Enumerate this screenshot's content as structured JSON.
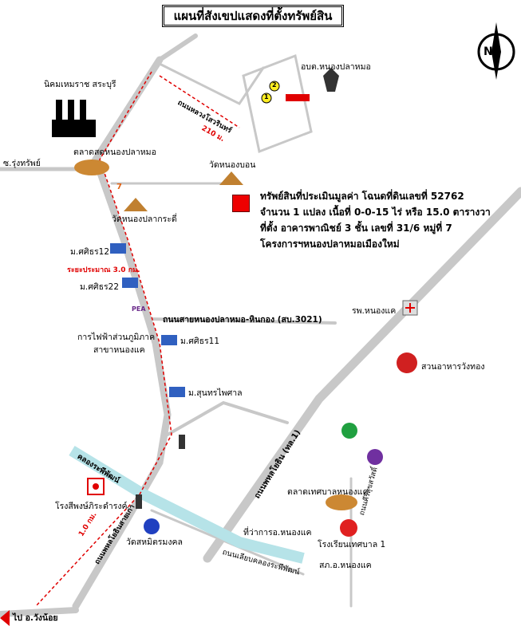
{
  "title": "แผนที่สังเขปแสดงที่ตั้งทรัพย์สิน",
  "compass": {
    "north_label": "N"
  },
  "description": {
    "line1": "ทรัพย์สินที่ประเมินมูลค่า โฉนดที่ดินเลขที่ 52762",
    "line2": "จำนวน 1 แปลง เนื้อที่ 0-0-15 ไร่ หรือ 15.0 ตารางวา",
    "line3": "ที่ตั้ง อาคารพาณิชย์ 3 ชั้น เลขที่ 31/6 หมู่ที่ 7",
    "line4": "โครงการฯหนองปลาหมอเมืองใหม่"
  },
  "labels": {
    "industrial_estate": "นิคมเหมราช สระบุรี",
    "subdistrict_office": "อบต.หนองปลาหมอ",
    "road_srisoonthorn": "ถนนหลวงโสวรินทร์",
    "distance_210": "210 ม.",
    "road_rungsap": "ซ.รุ่งทรัพย์",
    "market_nong_pla_mo": "ตลาดสดหนองปลาหมอ",
    "wat_nong_bon": "วัดหนองบอน",
    "wat_nong_pla_krathi": "วัดหนองปลากระดี่",
    "village_sarin12": "ม.ศศิธร12",
    "distance_approx": "ระยะประมาณ 3.0 กม.",
    "village_sarin22": "ม.ศศิธร22",
    "pea_logo_text": "PEA",
    "road_main": "ถนนสายหนองปลาหมอ-หินกอง (สบ.3021)",
    "pea_office_line1": "การไฟฟ้าส่วนภูมิภาค",
    "pea_office_line2": "สาขาหนองแค",
    "village_sarin11": "ม.ศศิธร11",
    "village_sunthorn": "ม.สุนทรไพศาล",
    "hospital": "รพ.หนองแค",
    "restaurant": "สวนอาหารวังทอง",
    "canal": "คลองระพีพัฒน์",
    "highway_phahon": "ถนนพหลโยธิน (ทล.1)",
    "rice_mill": "โรงสีพงษ์ภิระดำรงค์",
    "road_phahon_small": "ถนนพหลโยธินสายเก่า",
    "distance_1km": "1.0 กม.",
    "market_municipal": "ตลาดเทศบาลหนองแค",
    "road_suksawat": "ถนนคีรีสุขสวัสดิ์",
    "wat_mongkhon": "วัดสหมิตรมงคล",
    "district_office": "ที่ว่าการอ.หนองแค",
    "road_canal_side": "ถนนเลียบคลองระพีพัฒน์",
    "municipal_school": "โรงเรียนเทศบาล 1",
    "police_station": "สภ.อ.หนองแค",
    "to_wang_noi": "ไป อ.วังน้อย",
    "plot1": "1",
    "plot2": "2",
    "seven_eleven": "7"
  },
  "colors": {
    "road": "#c8c8c8",
    "route": "#e00000",
    "marker": "#ee0000",
    "canal": "#b6e3e8",
    "text": "#000000"
  }
}
